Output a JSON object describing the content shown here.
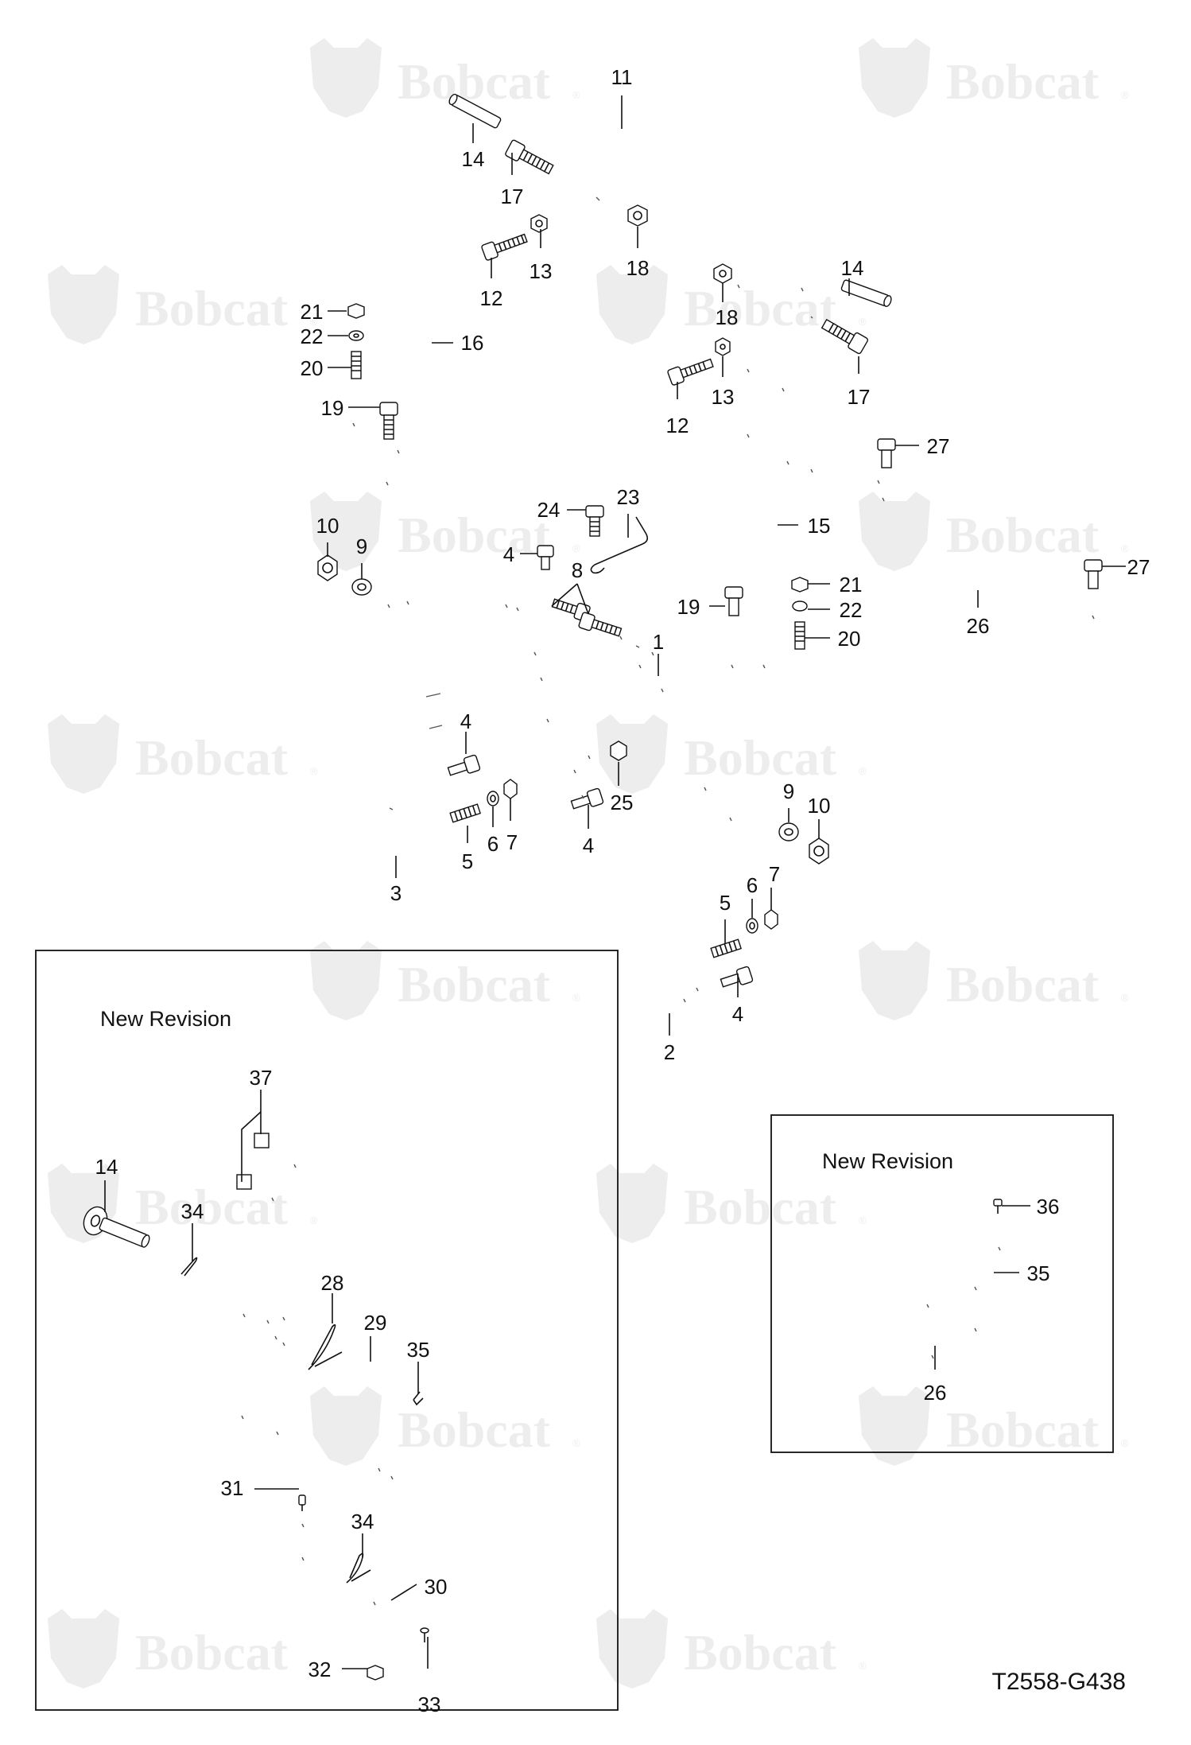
{
  "watermark": {
    "brand": "Bobcat",
    "reg_mark": "®"
  },
  "callouts": [
    "11",
    "14",
    "17",
    "13",
    "18",
    "12",
    "21",
    "22",
    "16",
    "20",
    "19",
    "18",
    "14",
    "13",
    "12",
    "17",
    "27",
    "10",
    "9",
    "24",
    "23",
    "4",
    "8",
    "15",
    "21",
    "22",
    "19",
    "20",
    "1",
    "27",
    "26",
    "4",
    "25",
    "5",
    "6",
    "7",
    "4",
    "3",
    "9",
    "10",
    "7",
    "6",
    "5",
    "4",
    "2",
    "37",
    "14",
    "34",
    "28",
    "29",
    "35",
    "31",
    "34",
    "30",
    "32",
    "33",
    "36",
    "35",
    "26"
  ],
  "insets": {
    "left_title": "New Revision",
    "right_title": "New Revision"
  },
  "drawing_code": "T2558-G438",
  "colors": {
    "line": "#111111",
    "watermark": "#ededed",
    "background": "#ffffff"
  },
  "icons": [
    "bobcat-logo-watermark"
  ]
}
